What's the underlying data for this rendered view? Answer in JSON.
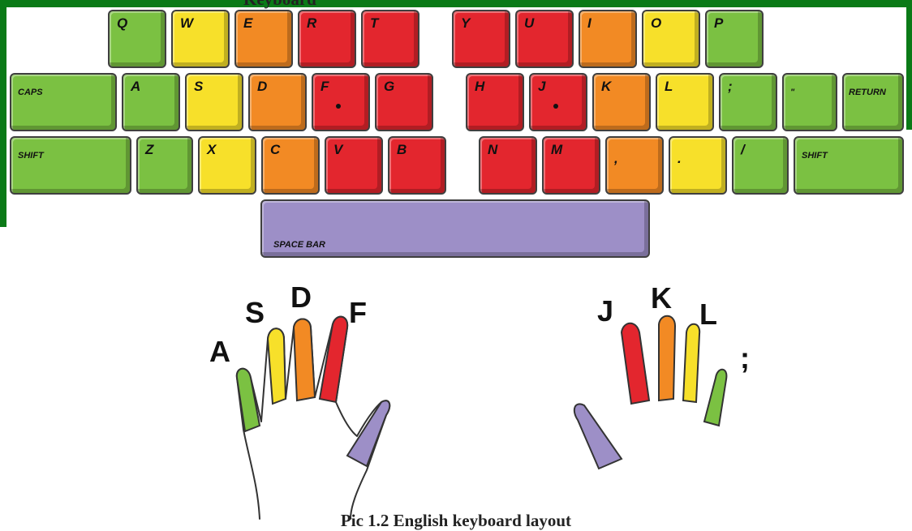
{
  "colors": {
    "frame": "#0a7a17",
    "pinky": "#7bc142",
    "ring": "#f7e02a",
    "middle": "#f28a24",
    "index": "#e3262e",
    "thumb": "#9d8fc7"
  },
  "title_clipped": "Keyboard",
  "rows": {
    "top": [
      "Q",
      "W",
      "E",
      "R",
      "T",
      "Y",
      "U",
      "I",
      "O",
      "P"
    ],
    "home": [
      "CAPS",
      "A",
      "S",
      "D",
      "F",
      "G",
      "H",
      "J",
      "K",
      "L",
      ";",
      "\"",
      "RETURN"
    ],
    "bottom": [
      "SHIFT",
      "Z",
      "X",
      "C",
      "V",
      "B",
      "N",
      "M",
      ",",
      ".",
      "/",
      "SHIFT"
    ]
  },
  "space_bar": "SPACE BAR",
  "left_hand_labels": [
    "A",
    "S",
    "D",
    "F"
  ],
  "right_hand_labels": [
    "J",
    "K",
    "L",
    ";"
  ],
  "caption": "Pic 1.2 English keyboard layout"
}
